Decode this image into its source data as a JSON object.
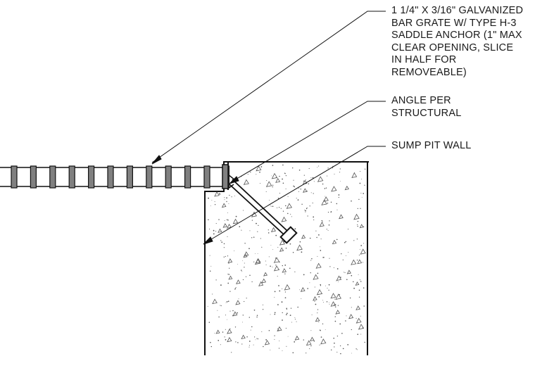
{
  "callouts": {
    "grate": {
      "lines": [
        "1 1/4\" X 3/16\" GALVANIZED",
        "BAR GRATE W/ TYPE H-3",
        "SADDLE ANCHOR (1\" MAX",
        "CLEAR OPENING, SLICE",
        "IN HALF FOR",
        "REMOVEABLE)"
      ]
    },
    "angle": {
      "lines": [
        "ANGLE PER",
        "STRUCTURAL"
      ]
    },
    "wall": {
      "lines": [
        "SUMP PIT WALL"
      ]
    }
  },
  "colors": {
    "line": "#111111",
    "bar_fill": "#808080",
    "concrete": "#ffffff",
    "speckle": "#555555"
  }
}
